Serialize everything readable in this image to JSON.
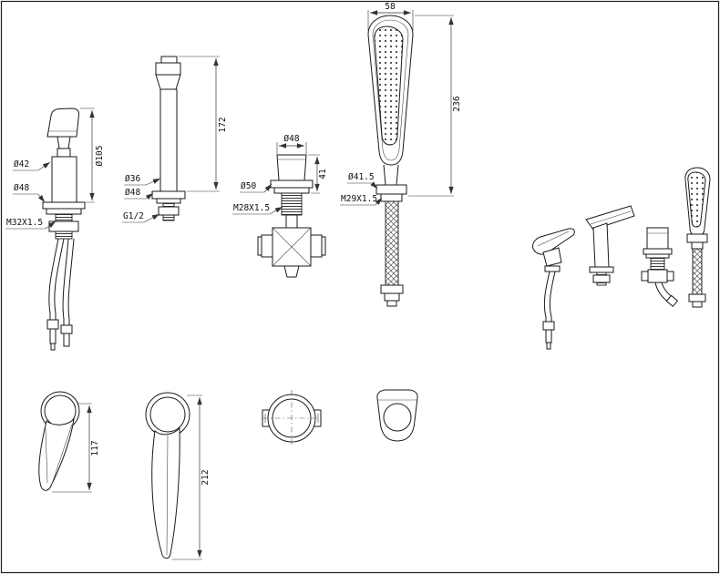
{
  "sheet": {
    "ink": "#1a1a1a",
    "views": {
      "handle_front": {
        "dim_height": "Ø105",
        "dim_knob": "Ø42",
        "dim_flange": "Ø48",
        "dim_thread": "M32X1.5"
      },
      "spout_front": {
        "dim_height": "172",
        "dim_body": "Ø36",
        "dim_flange": "Ø48",
        "dim_thread": "G1/2"
      },
      "diverter_front": {
        "dim_knob": "Ø48",
        "dim_flange": "Ø50",
        "dim_height": "41",
        "dim_thread": "M28X1.5"
      },
      "shower_front": {
        "dim_width": "58",
        "dim_height": "236",
        "dim_flange": "Ø41.5",
        "dim_thread": "M29X1.5"
      },
      "handle_top": {
        "dim_length": "117"
      },
      "spout_top": {
        "dim_length": "212"
      }
    }
  }
}
